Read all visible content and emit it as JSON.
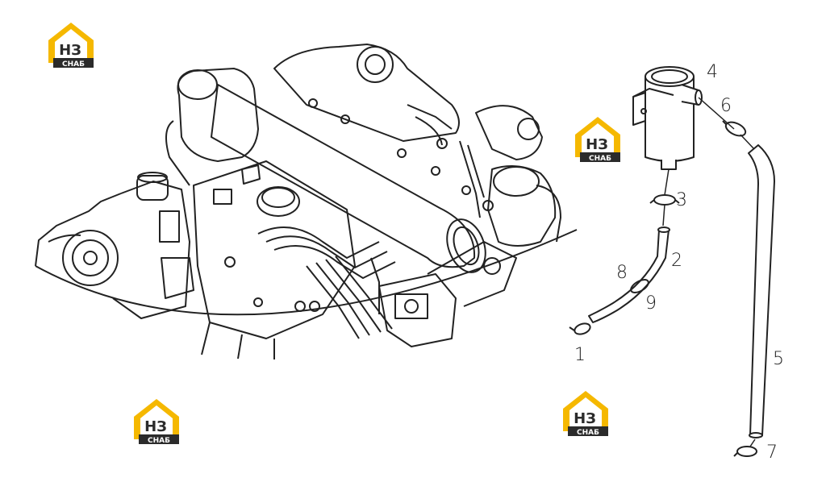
{
  "brand": {
    "logo_letters": "НЗ",
    "logo_caption": "СНАБ",
    "accent_color": "#f5b800",
    "dark_color": "#2b2b2b"
  },
  "diagram": {
    "callouts": [
      "1",
      "2",
      "3",
      "4",
      "5",
      "6",
      "7",
      "8",
      "9"
    ]
  }
}
